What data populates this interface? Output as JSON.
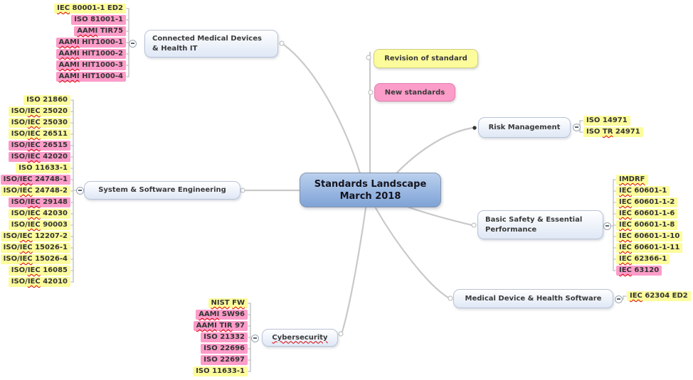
{
  "center": {
    "lines": [
      "Standards Landscape",
      "March 2018"
    ]
  },
  "legend": {
    "revision": {
      "label": "Revision of standard"
    },
    "new_standards": {
      "label": "New standards"
    }
  },
  "colors": {
    "highlight_yellow": "#FCFC9C",
    "highlight_pink": "#FC9CC9",
    "connector_line": "#C9C9C9",
    "center_node_fill": "#8FAEDC",
    "spellcheck_underline": "#DD0000"
  },
  "branches": {
    "connected": {
      "lines": [
        "Connected Medical Devices",
        "& Health IT"
      ],
      "items": [
        {
          "t": "IEC 80001-1 ED2",
          "c": "y",
          "w": [
            "IEC"
          ]
        },
        {
          "t": "ISO 81001-1",
          "c": "p"
        },
        {
          "t": "AAMI TIR75",
          "c": "p",
          "w": [
            "AAMI"
          ]
        },
        {
          "t": "AAMI HIT1000-1",
          "c": "p",
          "w": [
            "AAMI"
          ]
        },
        {
          "t": "AAMI HIT1000-2",
          "c": "p",
          "w": [
            "AAMI"
          ]
        },
        {
          "t": "AAMI HIT1000-3",
          "c": "p",
          "w": [
            "AAMI"
          ]
        },
        {
          "t": "AAMI HIT1000-4",
          "c": "p",
          "w": [
            "AAMI"
          ]
        }
      ]
    },
    "sse": {
      "lines": [
        "System & Software Engineering"
      ],
      "items": [
        {
          "t": "ISO 21860",
          "c": "y"
        },
        {
          "t": "ISO/IEC 25020",
          "c": "y",
          "w": [
            "IEC"
          ]
        },
        {
          "t": "ISO/IEC 25030",
          "c": "y",
          "w": [
            "IEC"
          ]
        },
        {
          "t": "ISO/IEC 26511",
          "c": "y",
          "w": [
            "IEC"
          ]
        },
        {
          "t": "ISO/IEC 26515",
          "c": "p",
          "w": [
            "IEC"
          ]
        },
        {
          "t": "ISO/IEC 42020",
          "c": "p",
          "w": [
            "IEC"
          ]
        },
        {
          "t": "ISO 11633-1",
          "c": "y"
        },
        {
          "t": "ISO/IEC 24748-1",
          "c": "p",
          "w": [
            "IEC"
          ]
        },
        {
          "t": "ISO/IEC 24748-2",
          "c": "y",
          "w": [
            "IEC"
          ]
        },
        {
          "t": "ISO/IEC 29148",
          "c": "p",
          "w": [
            "IEC"
          ]
        },
        {
          "t": "ISO/IEC 42030",
          "c": "y",
          "w": [
            "IEC"
          ]
        },
        {
          "t": "ISO/IEC 90003",
          "c": "y",
          "w": [
            "IEC"
          ]
        },
        {
          "t": "ISO/IEC 12207-2",
          "c": "y",
          "w": [
            "IEC"
          ]
        },
        {
          "t": "ISO/IEC 15026-1",
          "c": "y",
          "w": [
            "IEC"
          ]
        },
        {
          "t": "ISO/IEC 15026-4",
          "c": "y",
          "w": [
            "IEC"
          ]
        },
        {
          "t": "ISO/IEC 16085",
          "c": "y",
          "w": [
            "IEC"
          ]
        },
        {
          "t": "ISO/IEC 42010",
          "c": "y",
          "w": [
            "IEC"
          ]
        }
      ]
    },
    "risk": {
      "lines": [
        "Risk Management"
      ],
      "items": [
        {
          "t": "ISO 14971",
          "c": "y"
        },
        {
          "t": "ISO TR 24971",
          "c": "y",
          "w": [
            "TR"
          ]
        }
      ]
    },
    "basic": {
      "lines": [
        "Basic Safety & Essential",
        "Performance"
      ],
      "items": [
        {
          "t": "IMDRF",
          "c": "y",
          "w": [
            "IMDRF"
          ]
        },
        {
          "t": "IEC 60601-1",
          "c": "y",
          "w": [
            "IEC"
          ]
        },
        {
          "t": "IEC 60601-1-2",
          "c": "y",
          "w": [
            "IEC"
          ]
        },
        {
          "t": "IEC 60601-1-6",
          "c": "y",
          "w": [
            "IEC"
          ]
        },
        {
          "t": "IEC 60601-1-8",
          "c": "y",
          "w": [
            "IEC"
          ]
        },
        {
          "t": "IEC 60601-1-10",
          "c": "y",
          "w": [
            "IEC"
          ]
        },
        {
          "t": "IEC 60601-1-11",
          "c": "y",
          "w": [
            "IEC"
          ]
        },
        {
          "t": "IEC 62366-1",
          "c": "y",
          "w": [
            "IEC"
          ]
        },
        {
          "t": "IEC 63120",
          "c": "p",
          "w": [
            "IEC"
          ]
        }
      ]
    },
    "medical": {
      "lines": [
        "Medical Device & Health Software"
      ],
      "items": [
        {
          "t": "IEC 62304 ED2",
          "c": "y",
          "w": [
            "IEC"
          ]
        }
      ]
    },
    "cyber": {
      "lines": [
        "Cybersecurity"
      ],
      "wavy": true,
      "items": [
        {
          "t": "NIST FW",
          "c": "y",
          "w": [
            "NIST",
            "FW"
          ]
        },
        {
          "t": "AAMI SW96",
          "c": "p",
          "w": [
            "AAMI"
          ]
        },
        {
          "t": "AAMI TIR 97",
          "c": "p",
          "w": [
            "AAMI",
            "TIR"
          ]
        },
        {
          "t": "ISO 21332",
          "c": "p"
        },
        {
          "t": "ISO 22696",
          "c": "p"
        },
        {
          "t": "ISO 22697",
          "c": "p"
        },
        {
          "t": "ISO 11633-1",
          "c": "y"
        }
      ]
    }
  }
}
